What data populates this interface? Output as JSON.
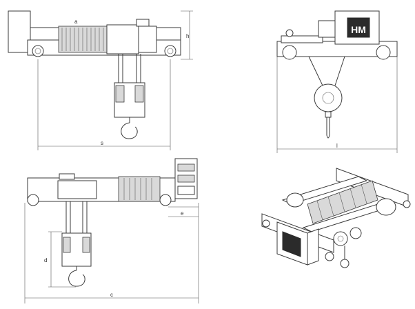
{
  "dimensions": {
    "a": "a",
    "h": "h",
    "s": "s",
    "l": "l",
    "e": "e",
    "d": "d",
    "c": "c"
  },
  "colors": {
    "line": "#3a3a3a",
    "drum_fill": "#d9d9d9",
    "logo_dark": "#2b2b2b"
  },
  "icons": {
    "logo": "hm-logo"
  }
}
